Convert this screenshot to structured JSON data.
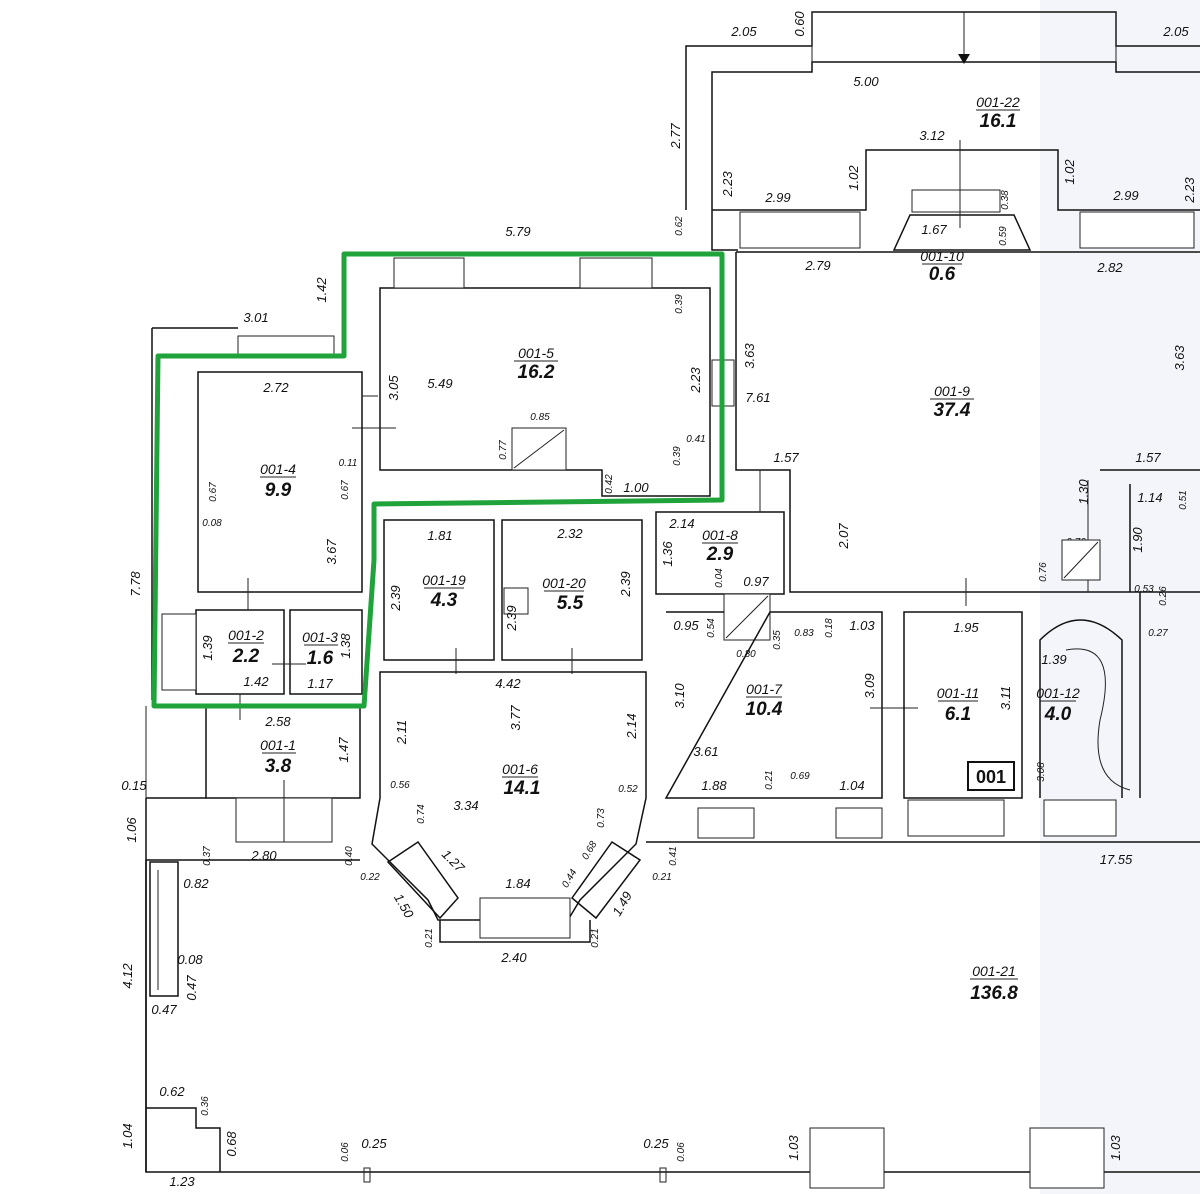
{
  "rooms": [
    {
      "id": "001-1",
      "area": "3.8"
    },
    {
      "id": "001-2",
      "area": "2.2"
    },
    {
      "id": "001-3",
      "area": "1.6"
    },
    {
      "id": "001-4",
      "area": "9.9"
    },
    {
      "id": "001-5",
      "area": "16.2"
    },
    {
      "id": "001-6",
      "area": "14.1"
    },
    {
      "id": "001-7",
      "area": "10.4"
    },
    {
      "id": "001-8",
      "area": "2.9"
    },
    {
      "id": "001-9",
      "area": "37.4"
    },
    {
      "id": "001-10",
      "area": "0.6"
    },
    {
      "id": "001-11",
      "area": "6.1"
    },
    {
      "id": "001-12",
      "area": "4.0"
    },
    {
      "id": "001-19",
      "area": "4.3"
    },
    {
      "id": "001-20",
      "area": "5.5"
    },
    {
      "id": "001-21",
      "area": "136.8"
    },
    {
      "id": "001-22",
      "area": "16.1"
    }
  ],
  "unit_label": "001",
  "dimensions": [
    "2.05",
    "0.60",
    "2.05",
    "5.00",
    "3.12",
    "2.77",
    "2.23",
    "2.99",
    "1.02",
    "1.02",
    "2.99",
    "2.23",
    "0.38",
    "1.67",
    "0.59",
    "0.62",
    "5.79",
    "2.79",
    "2.82",
    "1.42",
    "3.01",
    "0.39",
    "3.63",
    "3.63",
    "2.72",
    "3.05",
    "5.49",
    "2.23",
    "7.61",
    "0.85",
    "0.41",
    "0.77",
    "0.39",
    "0.11",
    "0.42",
    "1.00",
    "0.67",
    "0.67",
    "0.08",
    "3.67",
    "1.57",
    "1.57",
    "1.30",
    "1.14",
    "0.51",
    "1.81",
    "2.32",
    "2.14",
    "1.36",
    "0.04",
    "0.97",
    "2.07",
    "0.76",
    "0.76",
    "1.90",
    "0.53",
    "0.26",
    "2.39",
    "2.39",
    "2.39",
    "7.78",
    "0.95",
    "0.54",
    "0.80",
    "0.35",
    "0.83",
    "0.18",
    "1.03",
    "1.95",
    "0.27",
    "1.39",
    "1.38",
    "1.42",
    "1.17",
    "1.39",
    "4.42",
    "3.10",
    "3.09",
    "3.11",
    "2.58",
    "2.11",
    "3.77",
    "2.14",
    "3.61",
    "1.47",
    "0.15",
    "0.56",
    "3.34",
    "0.52",
    "1.88",
    "0.21",
    "0.69",
    "1.04",
    "3.08",
    "1.06",
    "0.74",
    "0.73",
    "2.80",
    "0.37",
    "0.40",
    "1.27",
    "0.68",
    "0.41",
    "17.55",
    "0.82",
    "0.22",
    "1.84",
    "0.44",
    "0.21",
    "1.50",
    "1.49",
    "0.21",
    "0.21",
    "2.40",
    "4.12",
    "0.08",
    "0.47",
    "0.47",
    "0.62",
    "0.36",
    "1.04",
    "0.68",
    "0.06",
    "0.25",
    "0.25",
    "0.06",
    "1.03",
    "1.03",
    "1.23"
  ],
  "colors": {
    "highlight": "#1fa33a",
    "walls": "#111111",
    "page": "#ffffff"
  }
}
